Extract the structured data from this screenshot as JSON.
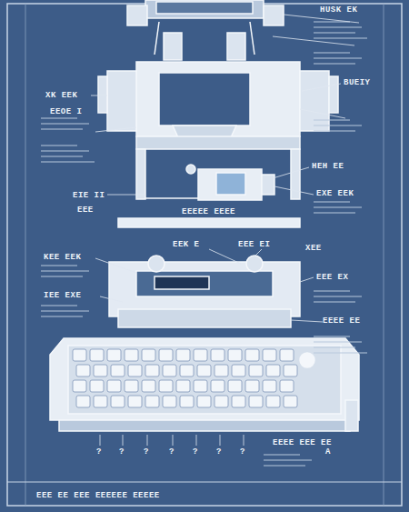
{
  "diagram": {
    "labels": [
      "HUSK EK",
      "XK EEK",
      "EEOE I",
      "BUEIY",
      "HEH EE",
      "EXE EEK",
      "EIE II",
      "EEE",
      "KEE EEK",
      "IEE EXE",
      "EEK E",
      "EEE EI",
      "XEE",
      "EEE EX",
      "EEEE EE",
      "EEEEE EEEE",
      "?",
      "?",
      "?",
      "?",
      "?",
      "?",
      "?",
      "A",
      "EEE EE EEE EEEEEE EEEEE",
      "EEEE EEE EE"
    ]
  }
}
